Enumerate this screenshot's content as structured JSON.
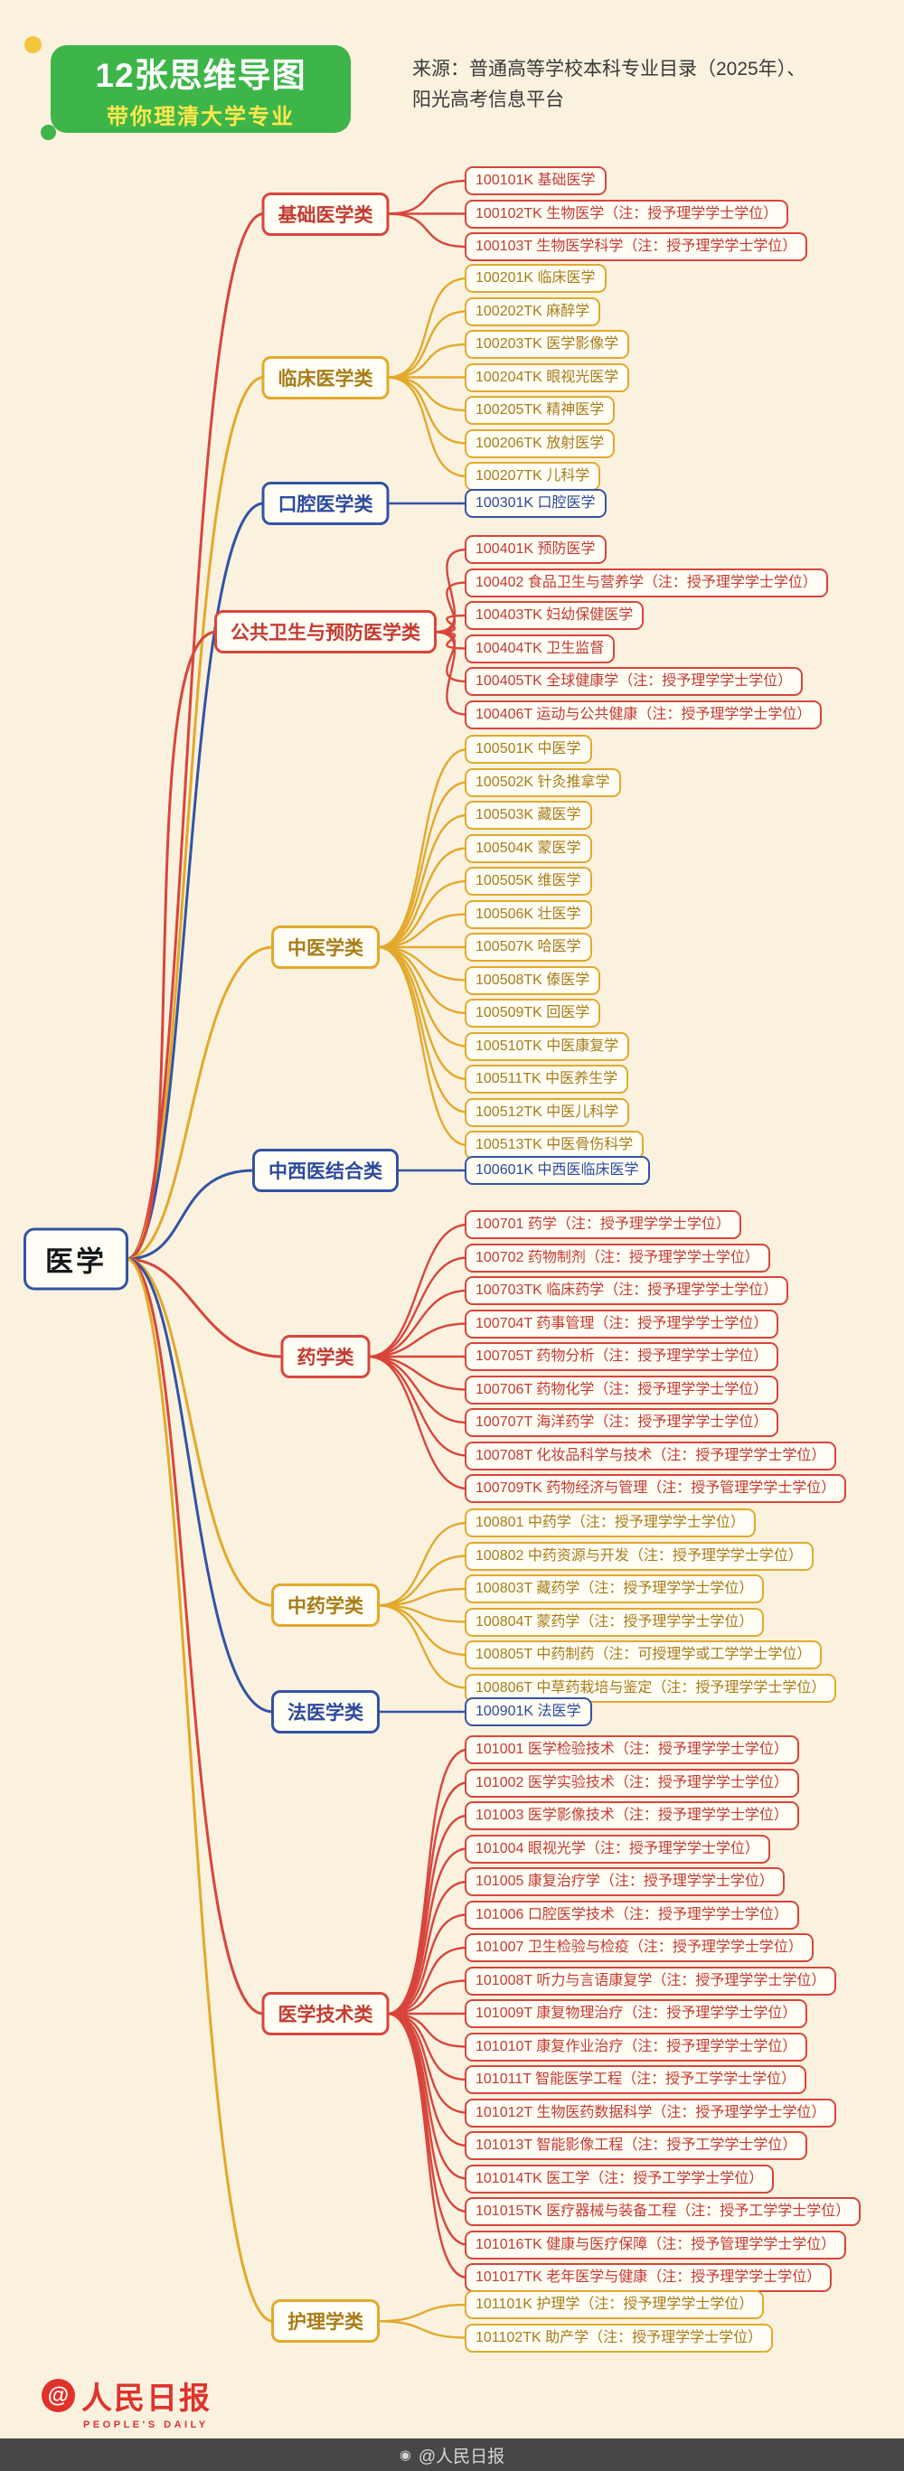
{
  "header": {
    "badge_line1": "12张思维导图",
    "badge_line2": "带你理清大学专业",
    "source_line1": "来源：普通高等学校本科专业目录（2025年）、",
    "source_line2": "阳光高考信息平台"
  },
  "root": {
    "label": "医学"
  },
  "palette": {
    "background": "#faf2df",
    "node_fill": "#fffdf4",
    "green": "#3eb549",
    "badge_subtitle": "#ffe84d",
    "source_ink": "#3a3a3a",
    "red": "#d8453c",
    "red_text": "#c43a31",
    "gold": "#e2a92c",
    "gold_text": "#a87c18",
    "blue": "#3353a4",
    "blue_text": "#2d4a9e",
    "logo_red": "#e0322b",
    "bar_bg": "#474747",
    "bar_text": "#d6d6d6"
  },
  "branches": [
    {
      "label": "基础医学类",
      "color": "red",
      "children": [
        "100101K 基础医学",
        "100102TK 生物医学（注：授予理学学士学位）",
        "100103T 生物医学科学（注：授予理学学士学位）"
      ]
    },
    {
      "label": "临床医学类",
      "color": "gold",
      "children": [
        "100201K 临床医学",
        "100202TK 麻醉学",
        "100203TK 医学影像学",
        "100204TK 眼视光医学",
        "100205TK 精神医学",
        "100206TK 放射医学",
        "100207TK 儿科学"
      ]
    },
    {
      "label": "口腔医学类",
      "color": "blue",
      "children": [
        "100301K 口腔医学"
      ]
    },
    {
      "label": "公共卫生与预防医学类",
      "color": "red",
      "children": [
        "100401K 预防医学",
        "100402 食品卫生与营养学（注：授予理学学士学位）",
        "100403TK 妇幼保健医学",
        "100404TK 卫生监督",
        "100405TK 全球健康学（注：授予理学学士学位）",
        "100406T 运动与公共健康（注：授予理学学士学位）"
      ]
    },
    {
      "label": "中医学类",
      "color": "gold",
      "children": [
        "100501K 中医学",
        "100502K 针灸推拿学",
        "100503K 藏医学",
        "100504K 蒙医学",
        "100505K 维医学",
        "100506K 壮医学",
        "100507K 哈医学",
        "100508TK 傣医学",
        "100509TK 回医学",
        "100510TK 中医康复学",
        "100511TK 中医养生学",
        "100512TK 中医儿科学",
        "100513TK 中医骨伤科学"
      ]
    },
    {
      "label": "中西医结合类",
      "color": "blue",
      "children": [
        "100601K 中西医临床医学"
      ]
    },
    {
      "label": "药学类",
      "color": "red",
      "children": [
        "100701 药学（注：授予理学学士学位）",
        "100702 药物制剂（注：授予理学学士学位）",
        "100703TK 临床药学（注：授予理学学士学位）",
        "100704T 药事管理（注：授予理学学士学位）",
        "100705T 药物分析（注：授予理学学士学位）",
        "100706T 药物化学（注：授予理学学士学位）",
        "100707T 海洋药学（注：授予理学学士学位）",
        "100708T 化妆品科学与技术（注：授予理学学士学位）",
        "100709TK 药物经济与管理（注：授予管理学学士学位）"
      ]
    },
    {
      "label": "中药学类",
      "color": "gold",
      "children": [
        "100801 中药学（注：授予理学学士学位）",
        "100802 中药资源与开发（注：授予理学学士学位）",
        "100803T 藏药学（注：授予理学学士学位）",
        "100804T 蒙药学（注：授予理学学士学位）",
        "100805T 中药制药（注：可授理学或工学学士学位）",
        "100806T 中草药栽培与鉴定（注：授予理学学士学位）"
      ]
    },
    {
      "label": "法医学类",
      "color": "blue",
      "children": [
        "100901K 法医学"
      ]
    },
    {
      "label": "医学技术类",
      "color": "red",
      "children": [
        "101001 医学检验技术（注：授予理学学士学位）",
        "101002 医学实验技术（注：授予理学学士学位）",
        "101003 医学影像技术（注：授予理学学士学位）",
        "101004 眼视光学（注：授予理学学士学位）",
        "101005 康复治疗学（注：授予理学学士学位）",
        "101006 口腔医学技术（注：授予理学学士学位）",
        "101007 卫生检验与检疫（注：授予理学学士学位）",
        "101008T 听力与言语康复学（注：授予理学学士学位）",
        "101009T 康复物理治疗（注：授予理学学士学位）",
        "101010T 康复作业治疗（注：授予理学学士学位）",
        "101011T 智能医学工程（注：授予工学学士学位）",
        "101012T 生物医药数据科学（注：授予理学学士学位）",
        "101013T 智能影像工程（注：授予工学学士学位）",
        "101014TK 医工学（注：授予工学学士学位）",
        "101015TK 医疗器械与装备工程（注：授予工学学士学位）",
        "101016TK 健康与医疗保障（注：授予管理学学士学位）",
        "101017TK 老年医学与健康（注：授予理学学士学位）"
      ]
    },
    {
      "label": "护理学类",
      "color": "gold",
      "children": [
        "101101K 护理学（注：授予理学学士学位）",
        "101102TK 助产学（注：授予理学学士学位）"
      ]
    }
  ],
  "footer": {
    "logo_at": "@",
    "logo_text": "人民日报",
    "logo_sub": "PEOPLE'S DAILY",
    "watermark": "@人民日报"
  }
}
